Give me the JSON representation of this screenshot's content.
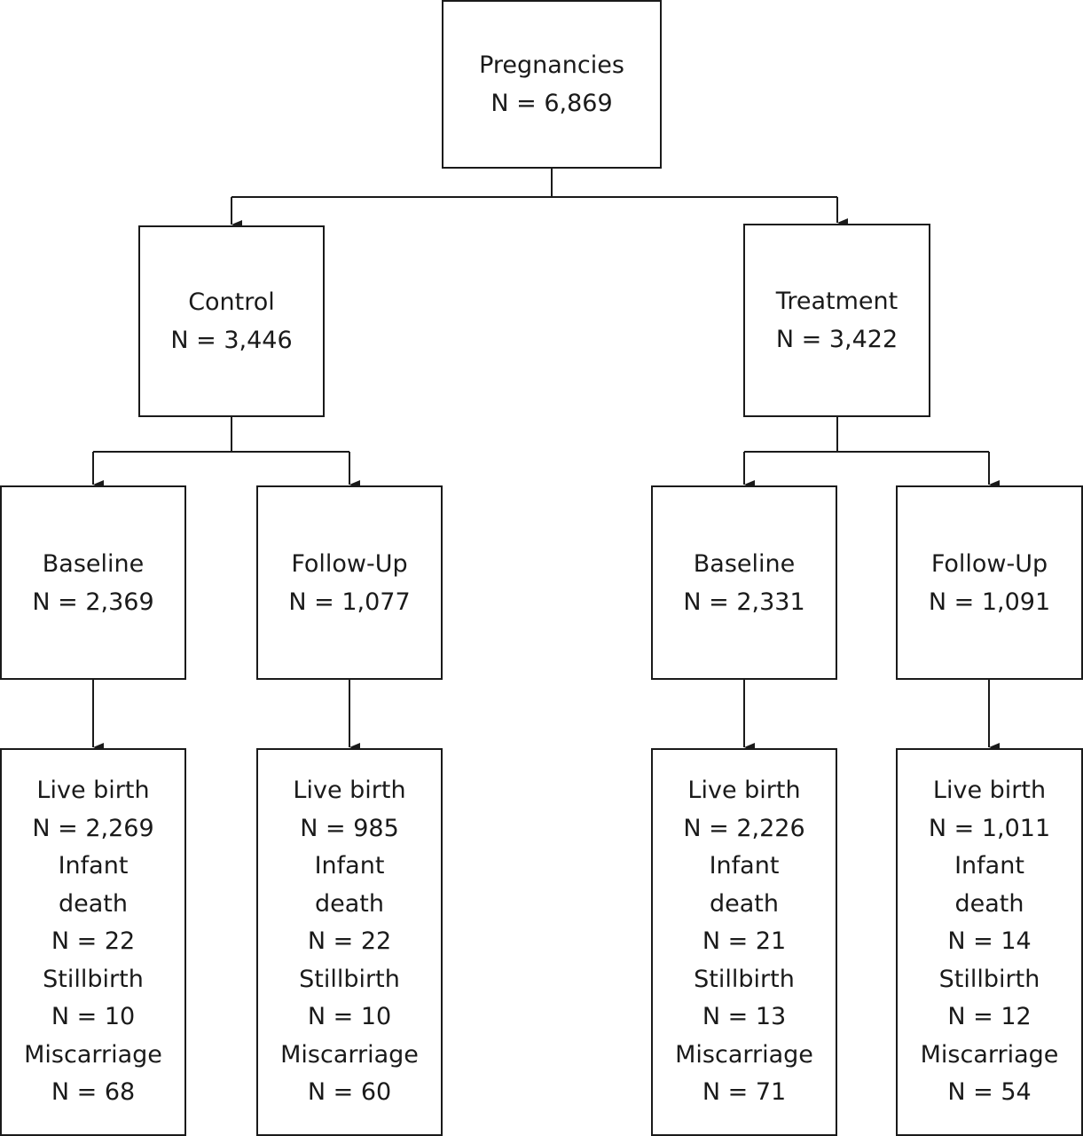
{
  "root": {
    "label": "Pregnancies",
    "n": "N = 6,869"
  },
  "control": {
    "label": "Control",
    "n": "N = 3,446"
  },
  "treatment": {
    "label": "Treatment",
    "n": "N = 3,422"
  },
  "control_baseline": {
    "label": "Baseline",
    "n": "N = 2,369"
  },
  "control_followup": {
    "label": "Follow-Up",
    "n": "N = 1,077"
  },
  "treatment_baseline": {
    "label": "Baseline",
    "n": "N = 2,331"
  },
  "treatment_followup": {
    "label": "Follow-Up",
    "n": "N = 1,091"
  },
  "outcome_labels": {
    "live_birth": "Live birth",
    "infant": "Infant",
    "death": "death",
    "stillbirth": "Stillbirth",
    "miscarriage": "Miscarriage"
  },
  "control_baseline_outcomes": {
    "live_birth_n": "N = 2,269",
    "infant_death_n": "N = 22",
    "stillbirth_n": "N = 10",
    "miscarriage_n": "N = 68"
  },
  "control_followup_outcomes": {
    "live_birth_n": "N = 985",
    "infant_death_n": "N = 22",
    "stillbirth_n": "N = 10",
    "miscarriage_n": "N = 60"
  },
  "treatment_baseline_outcomes": {
    "live_birth_n": "N = 2,226",
    "infant_death_n": "N = 21",
    "stillbirth_n": "N = 13",
    "miscarriage_n": "N = 71"
  },
  "treatment_followup_outcomes": {
    "live_birth_n": "N = 1,011",
    "infant_death_n": "N = 14",
    "stillbirth_n": "N = 12",
    "miscarriage_n": "N = 54"
  }
}
